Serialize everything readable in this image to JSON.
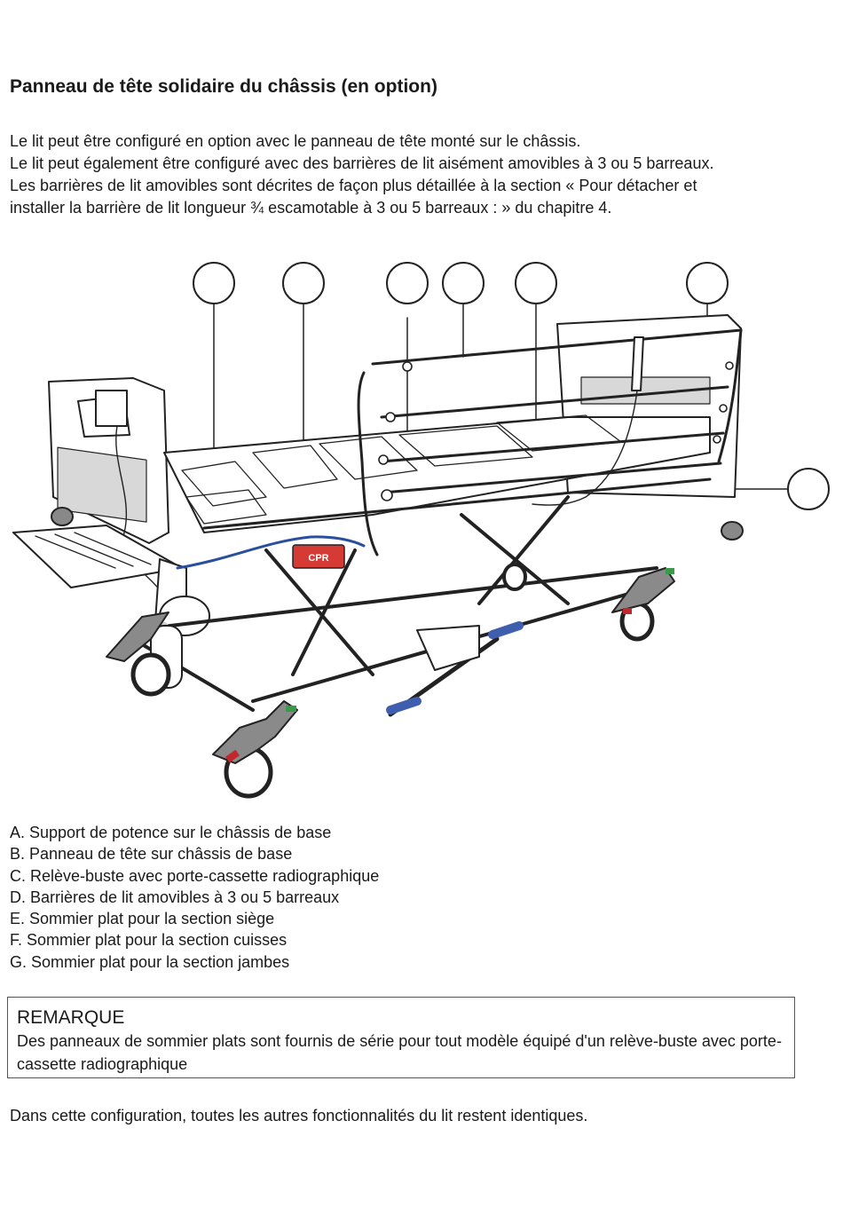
{
  "title": "Panneau de tête solidaire du châssis (en option)",
  "intro": [
    "Le lit peut être configuré en option avec le panneau de tête monté sur le châssis.",
    "Le lit peut également être configuré avec des barrières de lit aisément amovibles à 3 ou 5 barreaux.",
    "Les barrières de lit amovibles sont décrites de façon plus détaillée à la section « Pour détacher et",
    "installer la barrière de lit longueur ¾ escamotable à 3 ou 5 barreaux : » du chapitre 4."
  ],
  "figure": {
    "cpr_label": "CPR",
    "colors": {
      "cpr": "#d63a35",
      "cable": "#2a4f9c",
      "handle": "#3f5fae",
      "brake_red": "#c0282c",
      "brake_green": "#3b9a4a",
      "panel": "#d8d8d8"
    }
  },
  "legend": [
    "A. Support de potence sur le châssis de base",
    "B. Panneau de tête sur châssis de base",
    "C. Relève-buste avec porte-cassette radiographique",
    "D. Barrières de lit amovibles à 3 ou 5 barreaux",
    "E. Sommier plat pour la section siège",
    "F. Sommier plat pour la section cuisses",
    "G. Sommier plat pour la section jambes"
  ],
  "note": {
    "title": "REMARQUE",
    "text": "Des panneaux de sommier plats sont fournis de série pour tout modèle équipé d'un relève-buste avec porte-cassette radiographique"
  },
  "outro": "Dans cette configuration, toutes les autres fonctionnalités du lit restent identiques."
}
